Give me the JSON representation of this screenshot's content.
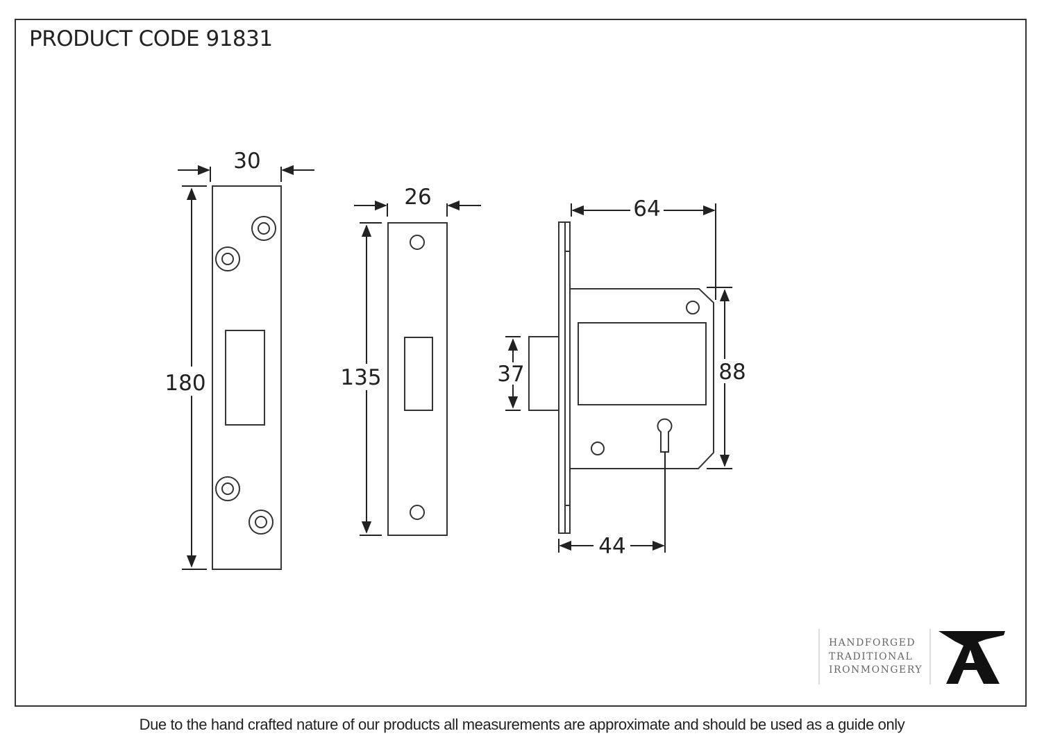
{
  "header": {
    "title": "PRODUCT CODE 91831"
  },
  "drawing": {
    "striking_plate": {
      "width_label": "30",
      "height_label": "180"
    },
    "forend": {
      "width_label": "26",
      "height_label": "135"
    },
    "lock_body": {
      "depth_label": "64",
      "bolt_height_label": "37",
      "case_height_label": "88",
      "backset_label": "44"
    }
  },
  "logo": {
    "lines": [
      "HANDFORGED",
      "TRADITIONAL",
      "IRONMONGERY"
    ],
    "mark": "anvil-a-logo"
  },
  "footer": {
    "disclaimer": "Due to the hand crafted nature of our products all measurements are approximate and should be used as a guide only"
  },
  "colors": {
    "line": "#333333",
    "text": "#222222",
    "logo_text": "#666666"
  }
}
